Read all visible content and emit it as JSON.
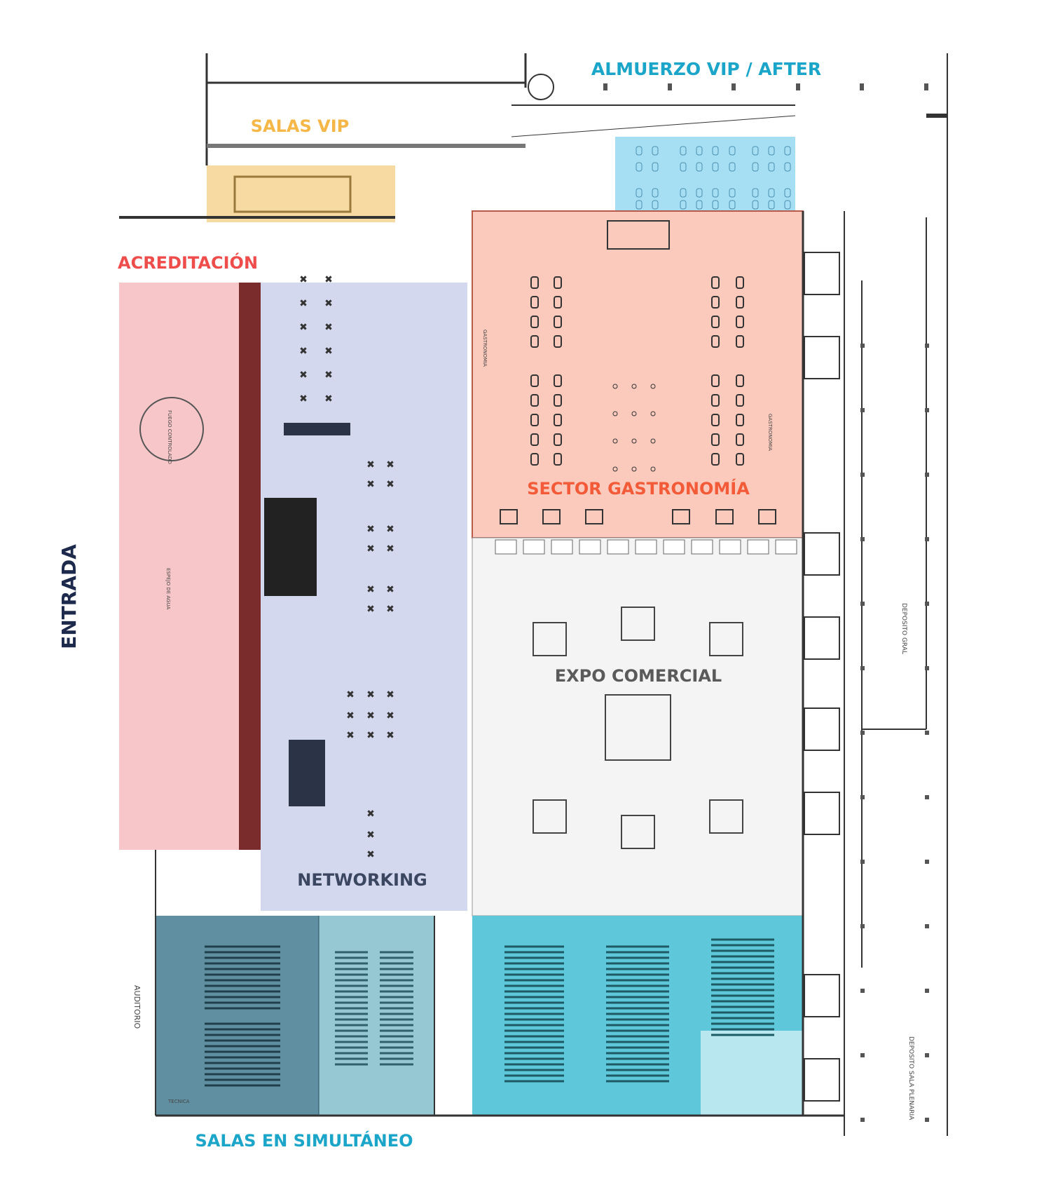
{
  "map": {
    "zones": [
      {
        "id": "almuerzo",
        "label": "ALMUERZO VIP / AFTER",
        "color": "#a6dff3",
        "label_color": "#1ba6c9"
      },
      {
        "id": "salas_vip",
        "label": "SALAS VIP",
        "color": "#f7d9a2",
        "label_color": "#f4b748"
      },
      {
        "id": "acreditacion",
        "label": "ACREDITACIÓN",
        "color": "#f7c6c8",
        "label_color": "#ef4c4c"
      },
      {
        "id": "networking",
        "label": "NETWORKING",
        "color": "#d3d8ee",
        "label_color": "#3b4660"
      },
      {
        "id": "gastronomia",
        "label": "SECTOR GASTRONOMÍA",
        "color": "#fbcabd",
        "label_color": "#f25a38"
      },
      {
        "id": "expo",
        "label": "EXPO COMERCIAL",
        "color": "#f4f4f4",
        "label_color": "#5a5a5a"
      },
      {
        "id": "salas",
        "label": "SALAS EN SIMULTÁNEO",
        "color": "#5fc7da",
        "label_color": "#1ba6c9"
      }
    ],
    "entrance": {
      "label": "ENTRADA",
      "color": "#1d2a4c"
    },
    "plan_labels": {
      "auditorio": "AUDITORIO",
      "deposito_plenaria": "DEPOSITO SALA PLENARIA",
      "deposito_gral": "DEPOSITO GRAL",
      "gastronomia_left": "GASTRONOMIA",
      "gastronomia_right": "GASTRONOMIA",
      "tecnica": "TECNICA",
      "espejo": "ESPEJO DE AGUA",
      "fuego": "FUEGO CONTROLADO"
    }
  }
}
